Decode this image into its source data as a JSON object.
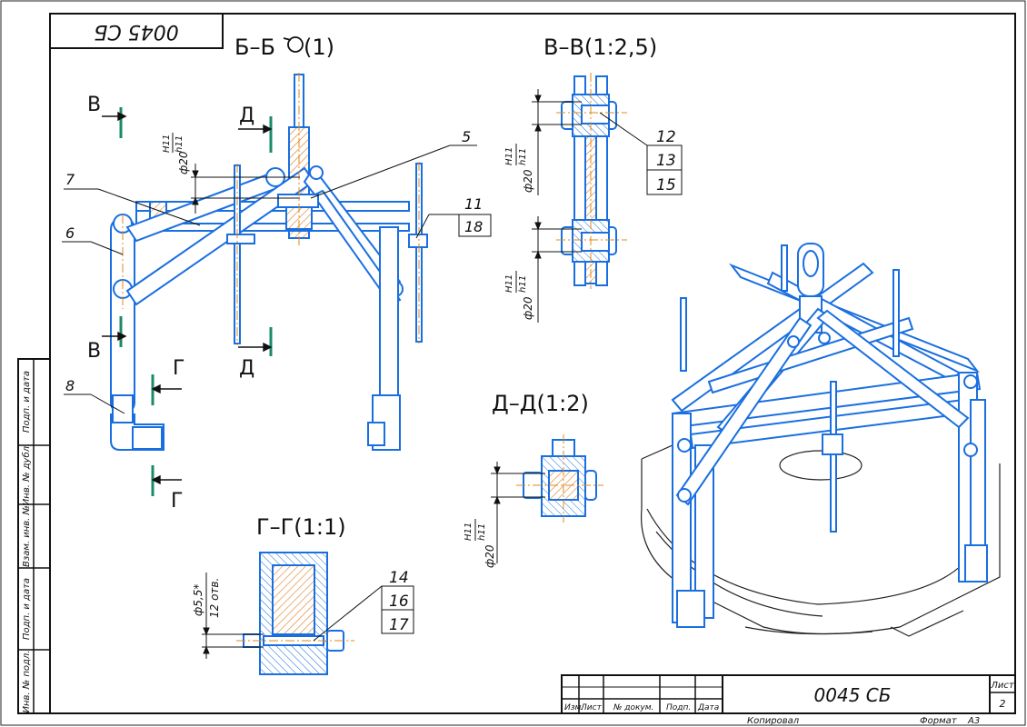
{
  "stamp": {
    "text": "0045 СБ"
  },
  "views": {
    "bb": "Б–Б",
    "bb_scale": "(1)",
    "vv": "В–В(1:2,5)",
    "dd": "Д–Д(1:2)",
    "gg": "Г–Г(1:1)"
  },
  "cut_letters": {
    "v": "В",
    "d": "Д",
    "g": "Г"
  },
  "dims": {
    "phi20": "ф20",
    "h11_upper": "H11",
    "h11_lower": "h11",
    "phi55": "ф5,5*",
    "holes": "12 отв."
  },
  "positions": {
    "p5": "5",
    "p6": "6",
    "p7": "7",
    "p8": "8",
    "p11": "11",
    "p18": "18",
    "p12": "12",
    "p13": "13",
    "p15": "15",
    "p14": "14",
    "p16": "16",
    "p17": "17"
  },
  "side_stamp": [
    "Инв. № подл.",
    "Подп. и дата",
    "Взам. инв. №",
    "Инв. № дубл.",
    "Подп. и дата"
  ],
  "title_block": {
    "headers": [
      "Изм.",
      "Лист",
      "№ докум.",
      "Подп.",
      "Дата"
    ],
    "designation": "0045 СБ",
    "sheet_label": "Лист",
    "sheet_number": "2"
  },
  "footer": {
    "copied": "Копировал",
    "format_label": "Формат",
    "format_value": "А3"
  },
  "colors": {
    "part": "#1a6fe0",
    "line": "#111111",
    "axis": "#e08a1a",
    "cut": "#1a8a6a"
  }
}
